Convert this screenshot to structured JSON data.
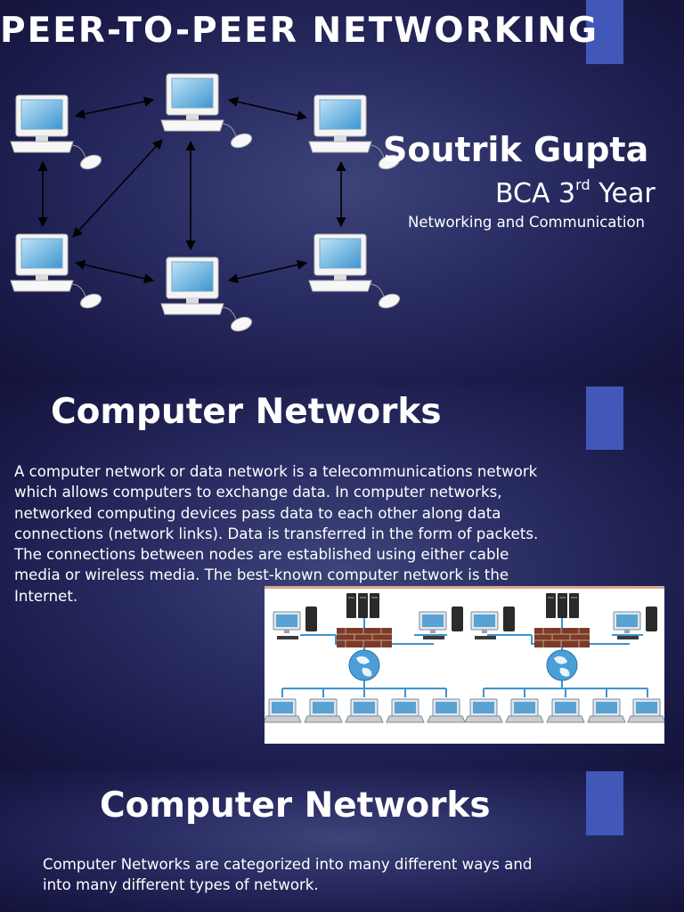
{
  "slide1": {
    "title": "PEER-TO-PEER NETWORKING",
    "author": "Soutrik Gupta",
    "course_main": "BCA 3",
    "course_sup": "rd",
    "course_tail": " Year",
    "subject": "Networking and Communication",
    "diagram_icon": "computer-icon"
  },
  "slide2": {
    "title": "Computer Networks",
    "body": "A computer network or data network is a telecommunications network which allows computers to exchange data. In computer networks, networked computing devices pass data to each other along data connections (network links). Data is transferred in the form of packets. The connections between nodes are established using either cable media or wireless media. The best-known computer network is the Internet.",
    "image_icons": [
      "server-icon",
      "firewall-icon",
      "globe-icon",
      "laptop-icon",
      "desktop-icon"
    ]
  },
  "slide3": {
    "title": "Computer Networks",
    "body": "Computer Networks are categorized into many different ways and into many different types of network."
  },
  "colors": {
    "accent": "#4158b8",
    "background": "#2a2d63",
    "text": "#ffffff"
  }
}
